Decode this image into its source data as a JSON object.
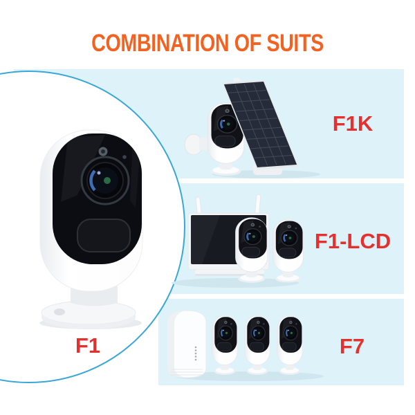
{
  "title": {
    "text": "COMBINATION OF SUITS"
  },
  "hero": {
    "label": "F1",
    "product": "battery-security-camera"
  },
  "sections": [
    {
      "label": "F1K",
      "product": "camera-with-solar-panel"
    },
    {
      "label": "F1-LCD",
      "product": "lcd-monitor-with-two-cameras"
    },
    {
      "label": "F7",
      "product": "base-station-with-three-cameras"
    }
  ],
  "colors": {
    "title_orange": "#f26322",
    "label_red": "#e53030",
    "section_bg": "#ddf3f9",
    "arc_stroke": "#3aa6d8",
    "camera_body": "#fdfdfe",
    "camera_face": "#101218",
    "solar_panel": "#252b39"
  }
}
